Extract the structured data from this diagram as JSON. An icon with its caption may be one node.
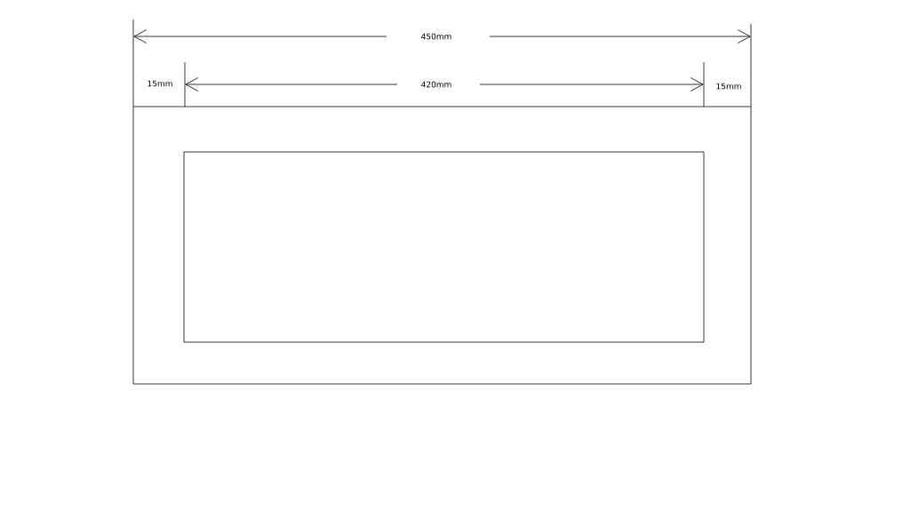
{
  "diagram": {
    "labels": [
      "450mm",
      "15mm",
      "420mm",
      "15mm"
    ]
  }
}
